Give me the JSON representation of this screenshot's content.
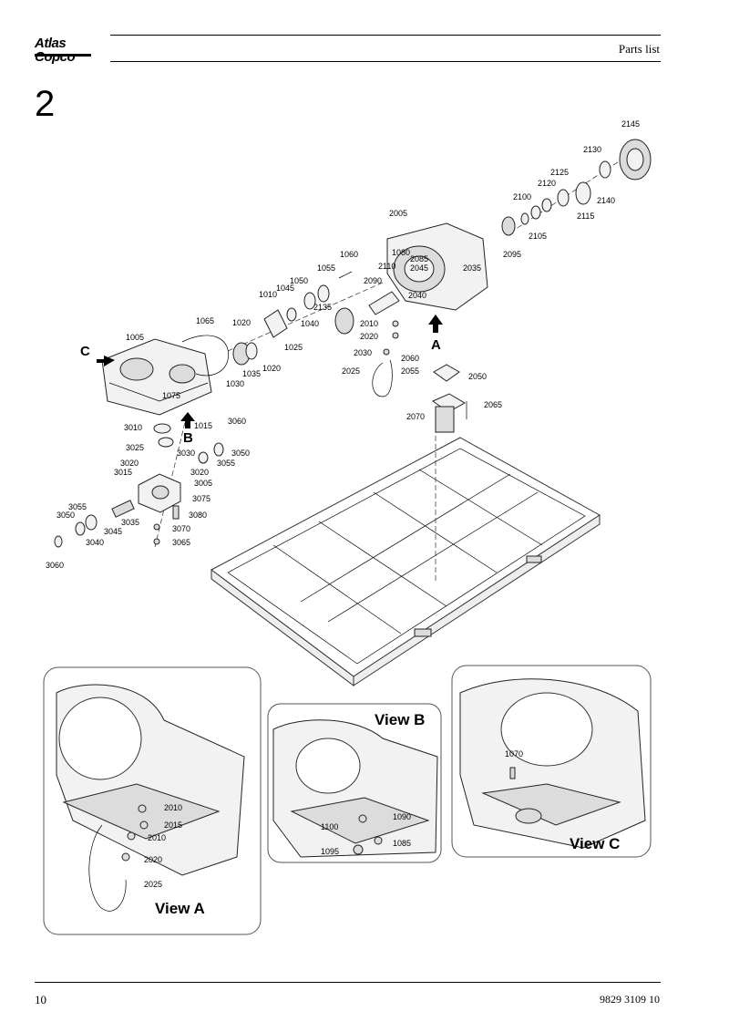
{
  "header": {
    "brand": "Atlas Copco",
    "title": "Parts list"
  },
  "section": "2",
  "footer": {
    "page_number": "10",
    "document_number": "9829 3109 10"
  },
  "part_labels": [
    "2145",
    "2130",
    "2125",
    "2120",
    "2100",
    "2140",
    "2115",
    "2105",
    "2095",
    "2005",
    "2035",
    "2045",
    "2085",
    "1080",
    "2110",
    "2090",
    "2040",
    "1060",
    "1055",
    "1050",
    "1045",
    "1010",
    "2135",
    "1040",
    "1065",
    "1020",
    "1025",
    "1035",
    "1020",
    "1030",
    "1005",
    "1075",
    "1015",
    "2010",
    "2020",
    "2030",
    "2025",
    "2060",
    "2055",
    "2050",
    "2065",
    "2070",
    "3060",
    "3010",
    "3025",
    "3030",
    "3050",
    "3020",
    "3055",
    "3015",
    "3020",
    "3005",
    "3075",
    "3080",
    "3070",
    "3065",
    "3055",
    "3050",
    "3035",
    "3045",
    "3040",
    "3060"
  ],
  "arrow_labels": {
    "a": "A",
    "b": "B",
    "c": "C"
  },
  "views": {
    "a": {
      "title": "View A",
      "labels": [
        "2010",
        "2015",
        "2010",
        "2020",
        "2025"
      ]
    },
    "b": {
      "title": "View B",
      "labels": [
        "1090",
        "1100",
        "1085",
        "1095"
      ]
    },
    "c": {
      "title": "View C",
      "labels": [
        "1070"
      ]
    }
  }
}
